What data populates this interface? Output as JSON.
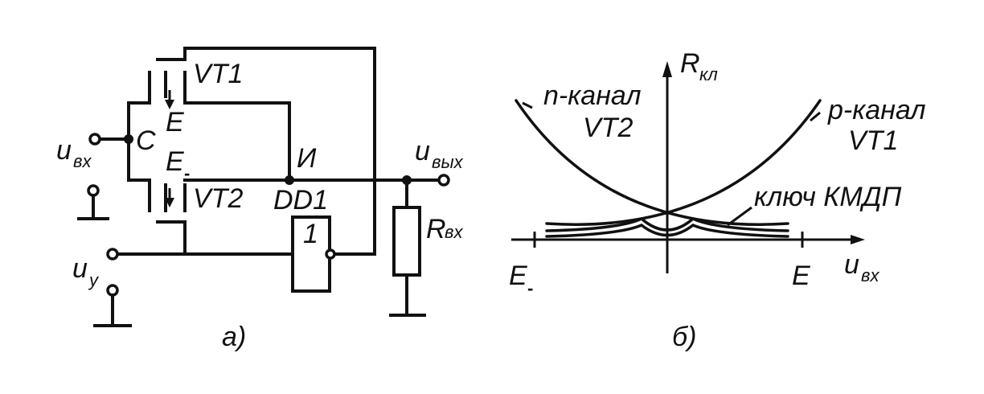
{
  "circuit": {
    "vt1": "VT1",
    "vt2": "VT2",
    "e_plus": "E",
    "e_minus": "E",
    "minus_mark": "-",
    "node_c": "С",
    "node_i": "И",
    "dd1": "DD1",
    "gate_value": "1",
    "u_in": "u",
    "u_in_sub": "вх",
    "u_out": "u",
    "u_out_sub": "вых",
    "u_ctrl": "u",
    "u_ctrl_sub": "у",
    "r_in": "R",
    "r_in_sub": "вх",
    "caption": "а)"
  },
  "plot": {
    "y_axis": "R",
    "y_axis_sub": "кл",
    "x_axis": "u",
    "x_axis_sub": "вх",
    "x_min_label": "E",
    "x_min_mark": "-",
    "x_max_label": "E",
    "n_channel": "n-канал",
    "n_channel_device": "VT2",
    "p_channel": "p-канал",
    "p_channel_device": "VT1",
    "switch": "ключ КМДП",
    "caption": "б)"
  }
}
